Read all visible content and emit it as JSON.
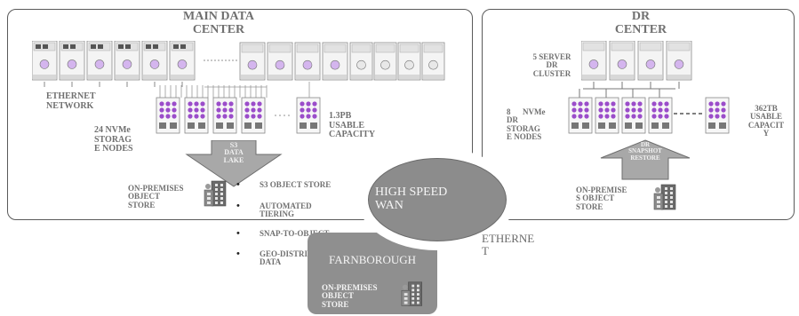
{
  "main_dc": {
    "title_line1": "MAIN DATA",
    "title_line2": "CENTER",
    "ethernet_line1": "ETHERNET",
    "ethernet_line2": "NETWORK",
    "nodes_line1": "24  NVMe",
    "nodes_line2": "STORAG",
    "nodes_line3": "E NODES",
    "capacity_line1": "1.3PB",
    "capacity_line2": "USABLE",
    "capacity_line3": "CAPACITY",
    "arrow_line1": "S3",
    "arrow_line2": "DATA",
    "arrow_line3": "LAKE",
    "onprem_line1": "ON-PREMISES",
    "onprem_line2": "OBJECT",
    "onprem_line3": "STORE",
    "bullets": [
      "S3 OBJECT STORE",
      "AUTOMATED TIERING",
      "SNAP-TO-OBJECT",
      "GEO-DISTRIBUTED DATA"
    ],
    "server_labels": [
      "",
      "",
      "",
      "",
      "",
      "",
      "",
      "",
      "",
      "",
      "",
      "",
      "",
      ""
    ]
  },
  "dr": {
    "title_line1": "DR",
    "title_line2": "CENTER",
    "cluster_line1": "5 SERVER",
    "cluster_line2": "DR",
    "cluster_line3": "CLUSTER",
    "nodes_line1": "8      NVMe",
    "nodes_line2": "DR",
    "nodes_line3": "STORAG",
    "nodes_line4": "E NODES",
    "capacity_line1": "362TB",
    "capacity_line2": "USABLE",
    "capacity_line3": "CAPACIT",
    "capacity_line4": "Y",
    "arrow_line1": "DR",
    "arrow_line2": "SNAPSHOT",
    "arrow_line3": "RESTORE",
    "onprem_line1": "ON-PREMISE",
    "onprem_line2": "S OBJECT",
    "onprem_line3": "STORE"
  },
  "wan": {
    "line1": "HIGH SPEED",
    "line2": "WAN"
  },
  "ethernet_line1": "ETHERNE",
  "ethernet_line2": "T",
  "farnborough": {
    "title": "FARNBOROUGH",
    "onprem_line1": "ON-PREMISES",
    "onprem_line2": "OBJECT",
    "onprem_line3": "STORE"
  },
  "colors": {
    "panel_border": "#5a5a5a",
    "wan_fill": "#8c8c8c",
    "farnborough_fill": "#8f8f8f",
    "nvme_purple": "#9b4dca",
    "arrow_fill": "#a8a8a8"
  }
}
